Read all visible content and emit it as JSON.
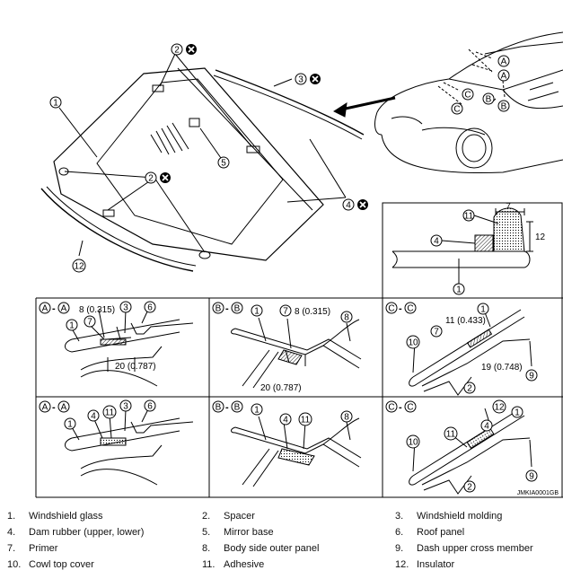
{
  "figure_code": "JMKIA0001GB",
  "callouts": {
    "windshield_glass": "1",
    "spacer": "2",
    "windshield_molding": "3",
    "dam_rubber": "4",
    "mirror_base": "5",
    "roof_panel": "6",
    "primer": "7",
    "body_side_outer_panel": "8",
    "dash_upper_cross_member": "9",
    "cowl_top_cover": "10",
    "adhesive": "11",
    "insulator": "12"
  },
  "section_labels": {
    "a": "A",
    "b": "B",
    "c": "C",
    "sep": "-"
  },
  "dimensions": {
    "d8": "8 (0.315)",
    "d20": "20 (0.787)",
    "d11": "11 (0.433)",
    "d19": "19 (0.748)",
    "d7": "7",
    "d12": "12"
  },
  "legend": [
    {
      "num": "1.",
      "text": "Windshield glass"
    },
    {
      "num": "2.",
      "text": "Spacer"
    },
    {
      "num": "3.",
      "text": "Windshield molding"
    },
    {
      "num": "4.",
      "text": "Dam rubber (upper, lower)"
    },
    {
      "num": "5.",
      "text": "Mirror base"
    },
    {
      "num": "6.",
      "text": "Roof panel"
    },
    {
      "num": "7.",
      "text": "Primer"
    },
    {
      "num": "8.",
      "text": "Body side outer panel"
    },
    {
      "num": "9.",
      "text": "Dash upper cross member"
    },
    {
      "num": "10.",
      "text": "Cowl top cover"
    },
    {
      "num": "11.",
      "text": "Adhesive"
    },
    {
      "num": "12.",
      "text": "Insulator"
    }
  ]
}
